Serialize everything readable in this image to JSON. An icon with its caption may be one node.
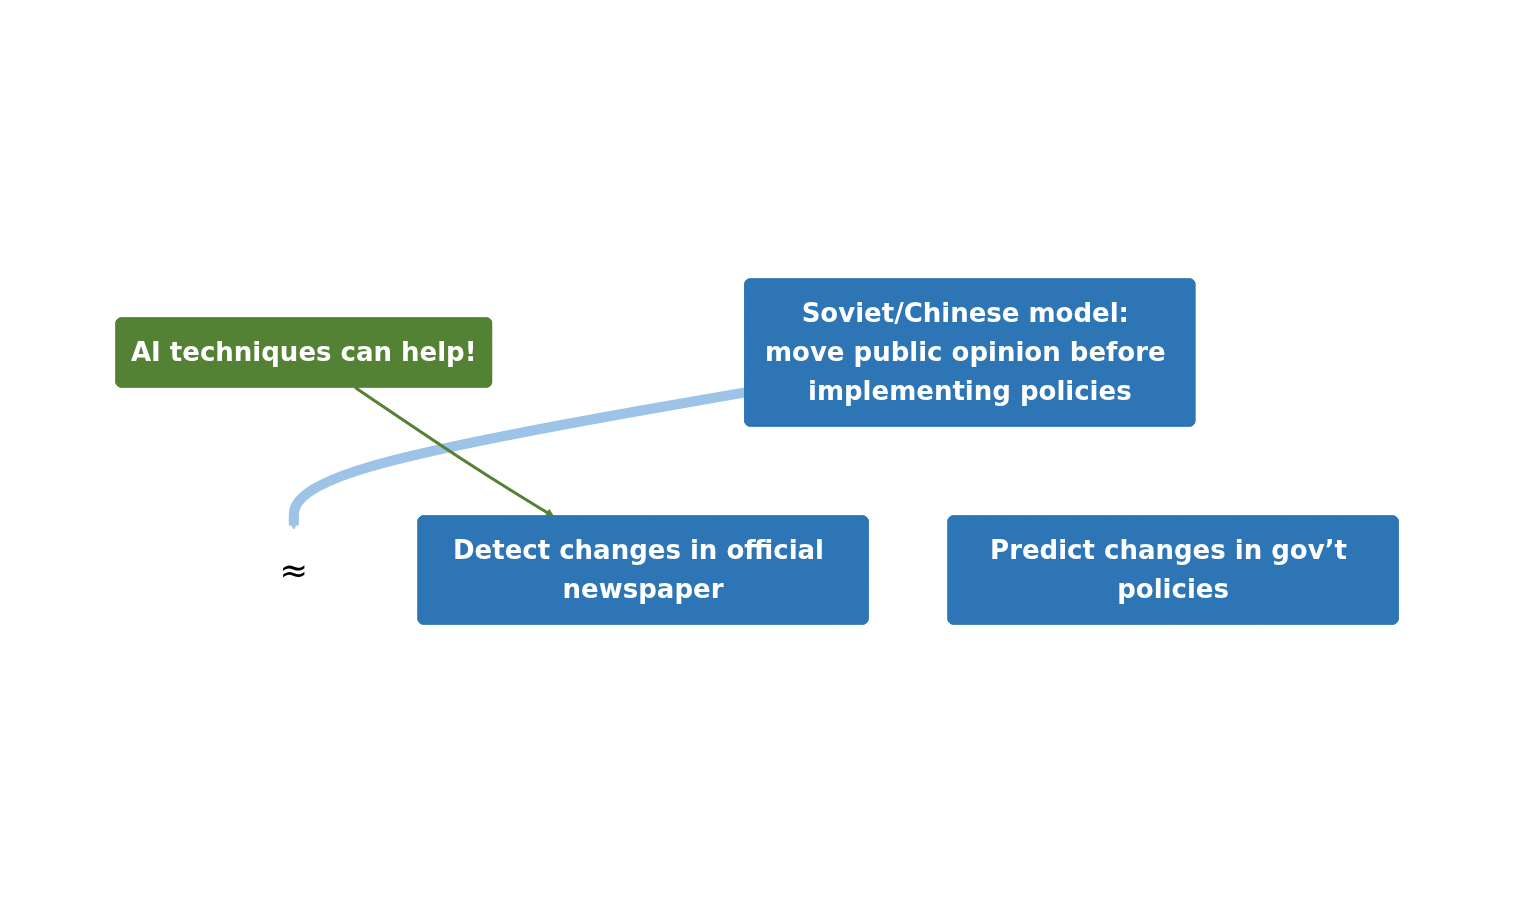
{
  "diagram": {
    "nodes": [
      {
        "text": [
          "Soviet/Chinese model: move public opinion before implementing policies"
        ]
      },
      {
        "text": [
          "Detect changes in official newspaper"
        ]
      },
      {
        "text": [
          "≈"
        ]
      },
      {
        "text": [
          "Predict changes in gov’t policies"
        ]
      },
      {
        "text": [
          "AI techniques can help!"
        ]
      }
    ],
    "edges": [
      {
        "from": 0,
        "to": 2,
        "arrow": "to",
        "style": "thick",
        "color": "#9dc3e6"
      },
      {
        "from": 4,
        "to": 1,
        "arrow": "to",
        "color": "#548235"
      }
    ]
  }
}
